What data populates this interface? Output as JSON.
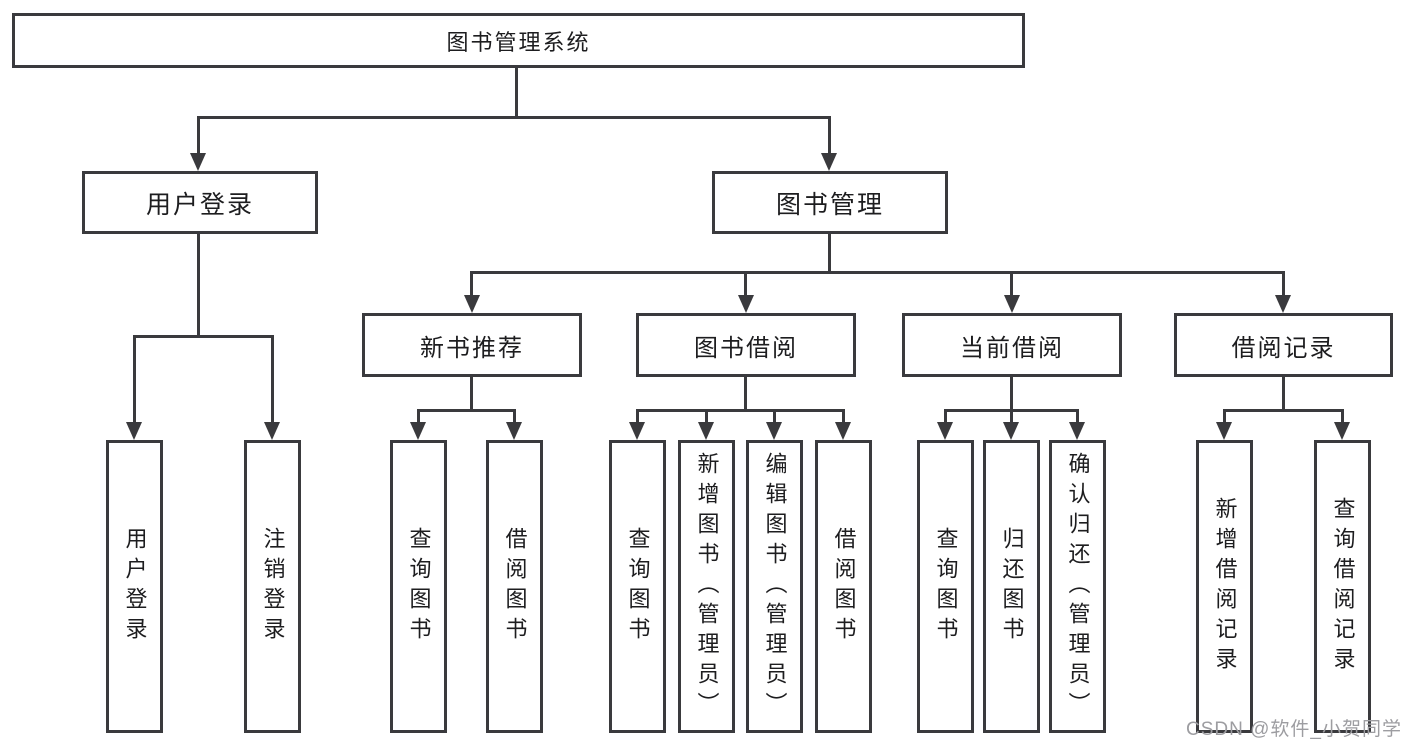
{
  "diagram": {
    "type": "tree",
    "root": {
      "label": "图书管理系统"
    },
    "level2": [
      {
        "id": "user-login",
        "label": "用户登录",
        "parent": "图书管理系统"
      },
      {
        "id": "book-management",
        "label": "图书管理",
        "parent": "图书管理系统"
      }
    ],
    "level3": [
      {
        "id": "new-book-recommend",
        "label": "新书推荐",
        "parent": "图书管理"
      },
      {
        "id": "book-borrowing",
        "label": "图书借阅",
        "parent": "图书管理"
      },
      {
        "id": "current-borrowing",
        "label": "当前借阅",
        "parent": "图书管理"
      },
      {
        "id": "borrowing-records",
        "label": "借阅记录",
        "parent": "图书管理"
      }
    ],
    "leaves": [
      {
        "label": "用户登录",
        "parent": "用户登录"
      },
      {
        "label": "注销登录",
        "parent": "用户登录"
      },
      {
        "label": "查询图书",
        "parent": "新书推荐"
      },
      {
        "label": "借阅图书",
        "parent": "新书推荐"
      },
      {
        "label": "查询图书",
        "parent": "图书借阅"
      },
      {
        "label": "新增图书（管理员）",
        "parent": "图书借阅"
      },
      {
        "label": "编辑图书（管理员）",
        "parent": "图书借阅"
      },
      {
        "label": "借阅图书",
        "parent": "图书借阅"
      },
      {
        "label": "查询图书",
        "parent": "当前借阅"
      },
      {
        "label": "归还图书",
        "parent": "当前借阅"
      },
      {
        "label": "确认归还（管理员）",
        "parent": "当前借阅"
      },
      {
        "label": "新增借阅记录",
        "parent": "借阅记录"
      },
      {
        "label": "查询借阅记录",
        "parent": "借阅记录"
      }
    ]
  },
  "watermark": "CSDN @软件_小贺同学",
  "colors": {
    "line": "#3a3a3d",
    "text": "#1d1d1f",
    "watermark": "#9d9da1",
    "background": "#ffffff"
  }
}
